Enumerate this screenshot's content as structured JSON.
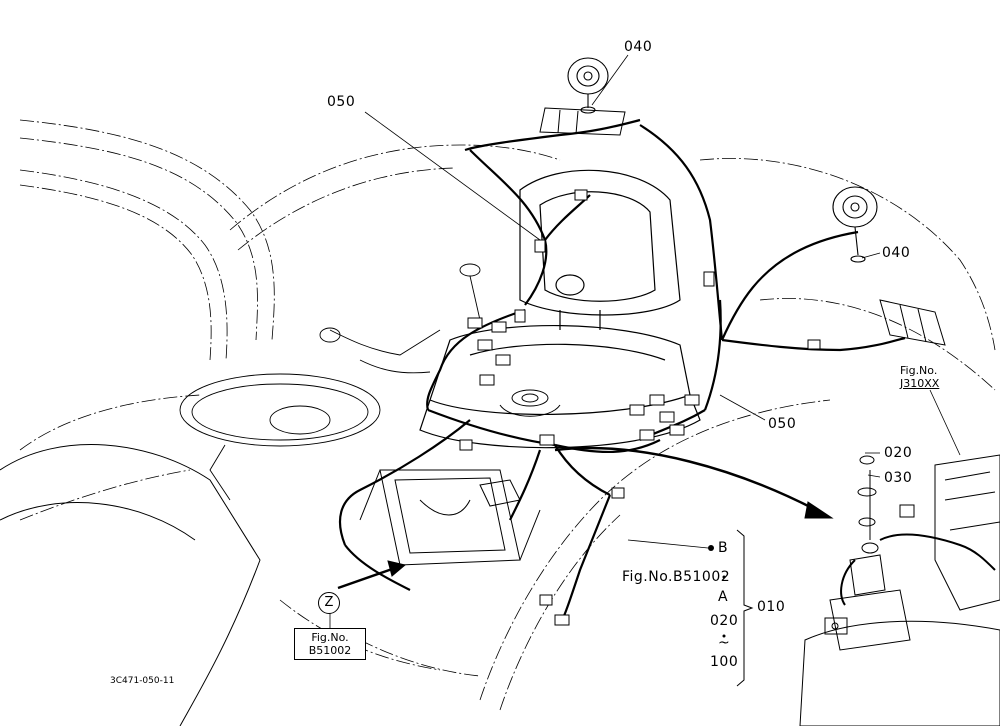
{
  "callouts": {
    "c050_top": "050",
    "c040_top": "040",
    "c040_right": "040",
    "c050_right": "050",
    "c020": "020",
    "c030": "030",
    "c010": "010"
  },
  "ref_j310": {
    "line1": "Fig.No.",
    "line2": "J310XX"
  },
  "ref_b51002": {
    "line1": "Fig.No.",
    "line2": "B51002"
  },
  "zone_letter": "Z",
  "bracket": {
    "b": "B",
    "fig": "Fig.No.B51002",
    "a": "A",
    "from": "020",
    "tilde": "~",
    "to": "100"
  },
  "drawing_code": "3C471-050-11"
}
